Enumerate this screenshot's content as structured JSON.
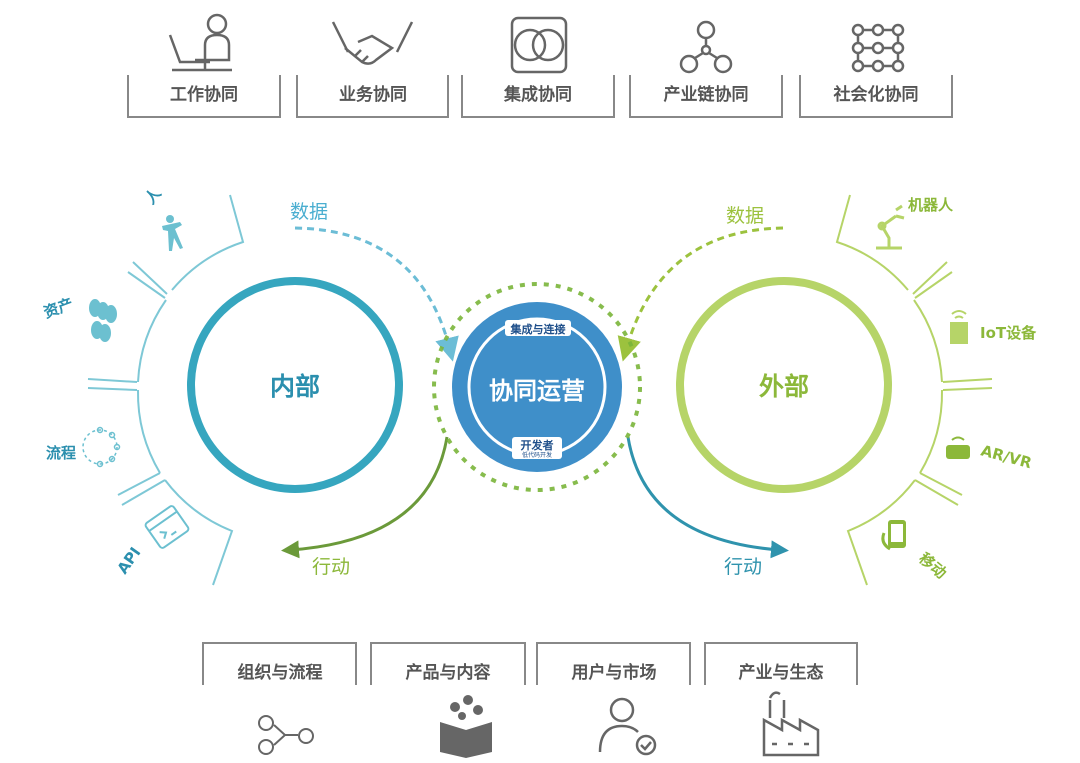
{
  "top_categories": [
    {
      "label": "工作协同",
      "icon": "person-at-laptop-icon"
    },
    {
      "label": "业务协同",
      "icon": "handshake-icon"
    },
    {
      "label": "集成协同",
      "icon": "overlapping-circles-icon"
    },
    {
      "label": "产业链协同",
      "icon": "chain-network-icon"
    },
    {
      "label": "社会化协同",
      "icon": "node-grid-icon"
    }
  ],
  "internal": {
    "title": "内部",
    "data_label": "数据",
    "action_label": "行动",
    "items": [
      {
        "label": "人",
        "icon": "person-icon"
      },
      {
        "label": "资产",
        "icon": "coins-icon"
      },
      {
        "label": "流程",
        "icon": "process-cycle-icon"
      },
      {
        "label": "API",
        "icon": "code-window-icon"
      }
    ]
  },
  "center": {
    "title": "协同运营",
    "top_tag": "集成与连接",
    "bottom_tag": "开发者",
    "bottom_sub": "低代码开发"
  },
  "external": {
    "title": "外部",
    "data_label": "数据",
    "action_label": "行动",
    "items": [
      {
        "label": "机器人",
        "icon": "robot-arm-icon"
      },
      {
        "label": "IoT设备",
        "icon": "iot-device-icon"
      },
      {
        "label": "AR/VR",
        "icon": "vr-headset-icon"
      },
      {
        "label": "移动",
        "icon": "mobile-phone-icon"
      }
    ]
  },
  "bottom_categories": [
    {
      "label": "组织与流程",
      "icon": "org-flow-icon"
    },
    {
      "label": "产品与内容",
      "icon": "product-box-icon"
    },
    {
      "label": "用户与市场",
      "icon": "user-check-icon"
    },
    {
      "label": "产业与生态",
      "icon": "factory-icon"
    }
  ],
  "colors": {
    "internal": "#36a6bf",
    "internal_light": "#7ec8d6",
    "center": "#3f8fc9",
    "external": "#b6d468",
    "external_dark": "#8cb83a",
    "gray": "#777777"
  }
}
